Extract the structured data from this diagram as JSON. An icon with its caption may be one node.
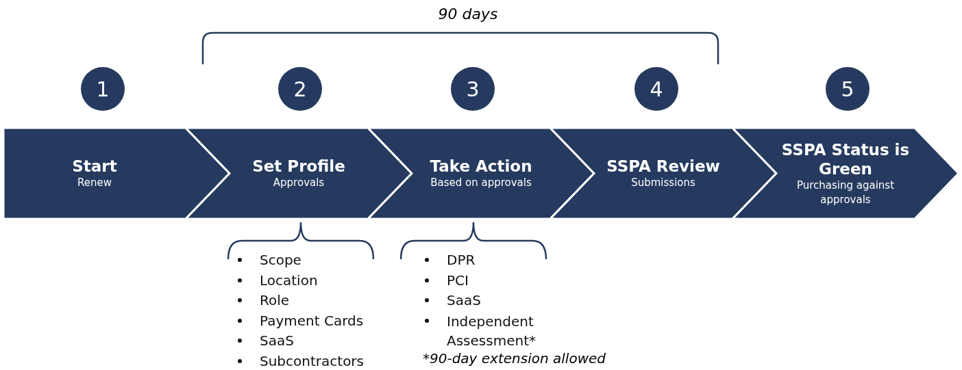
{
  "diagram": {
    "nodes": [
      {
        "text": [
          "1"
        ]
      },
      {
        "text": [
          "2"
        ]
      },
      {
        "text": [
          "3"
        ]
      },
      {
        "text": [
          "4"
        ]
      },
      {
        "text": [
          "5"
        ]
      },
      {
        "text": [
          "Start",
          "Renew"
        ]
      },
      {
        "text": [
          "Set Profile",
          "Approvals"
        ]
      },
      {
        "text": [
          "Take Action",
          "Based on approvals"
        ]
      },
      {
        "text": [
          "SSPA Review",
          "Submissions"
        ]
      },
      {
        "text": [
          "SSPA Status is Green",
          "Purchasing against approvals"
        ]
      }
    ],
    "edges": [],
    "labels": [
      "90 days",
      "Scope",
      "Location",
      "Role",
      "Payment Cards",
      "SaaS",
      "Subcontractors",
      "DPR",
      "PCI",
      "SaaS",
      "Independent Assessment*",
      "*90-day extension allowed"
    ]
  }
}
